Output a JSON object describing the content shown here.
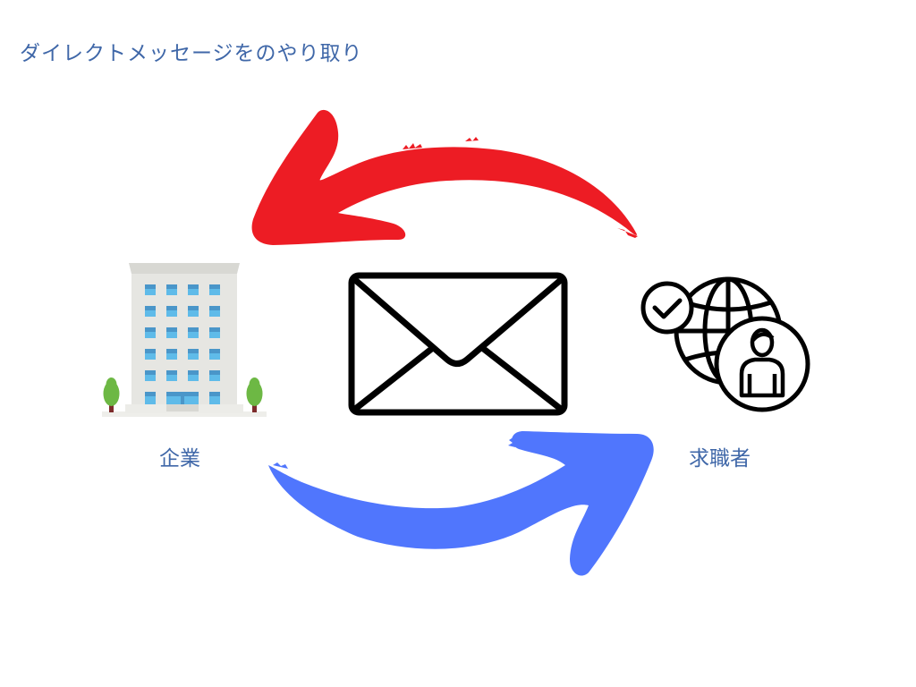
{
  "title": "ダイレクトメッセージをのやり取り",
  "nodes": {
    "company": {
      "label": "企業",
      "icon": "office-building-icon"
    },
    "message": {
      "icon": "envelope-icon"
    },
    "jobseeker": {
      "label": "求職者",
      "icon": "globe-person-check-icon"
    }
  },
  "arrows": [
    {
      "from": "jobseeker",
      "to": "company",
      "direction": "top, right-to-left",
      "color": "#ed1c24"
    },
    {
      "from": "company",
      "to": "jobseeker",
      "direction": "bottom, left-to-right",
      "color": "#5076fd"
    }
  ],
  "colors": {
    "text": "#3f67a8",
    "arrow_red": "#ed1c24",
    "arrow_blue": "#5076fd",
    "building_wall": "#e6e6e2",
    "building_roof": "#d8d8d3",
    "window_top": "#4a96c9",
    "window_bottom": "#5fbbe9",
    "tree_green": "#6db844",
    "tree_trunk": "#7d2c2c"
  }
}
